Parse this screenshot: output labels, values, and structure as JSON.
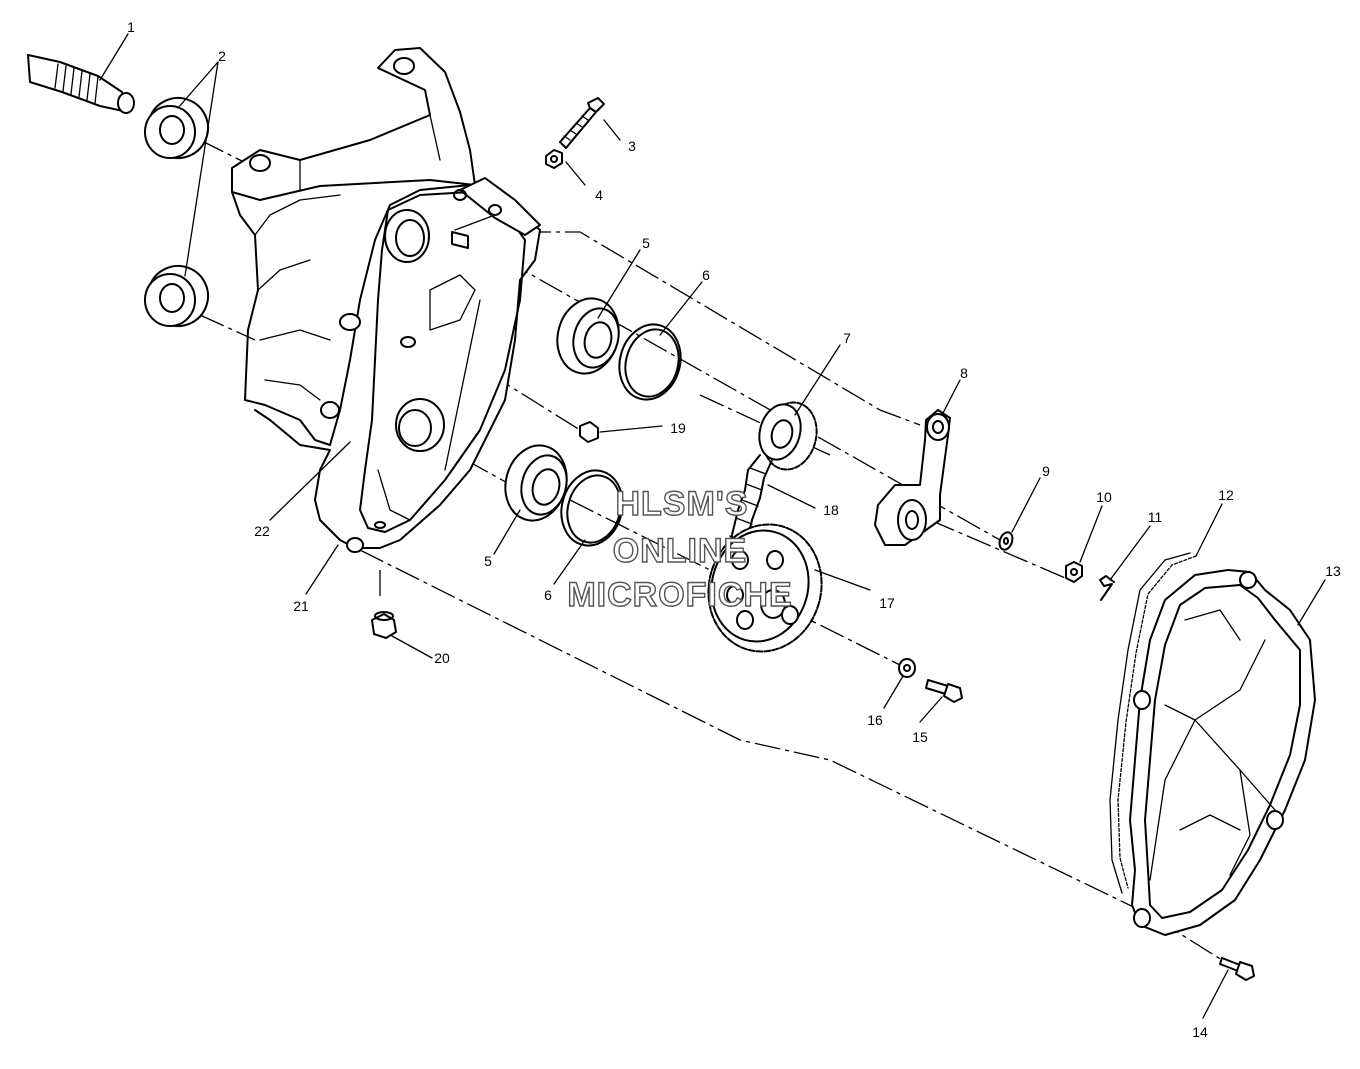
{
  "watermark": {
    "line1": "HLSM'S",
    "line2": "ONLINE",
    "line3": "MICROFICHE"
  },
  "callouts": [
    {
      "id": "c1",
      "text": "1"
    },
    {
      "id": "c2",
      "text": "2"
    },
    {
      "id": "c3",
      "text": "3"
    },
    {
      "id": "c4",
      "text": "4"
    },
    {
      "id": "c5a",
      "text": "5"
    },
    {
      "id": "c6a",
      "text": "6"
    },
    {
      "id": "c7",
      "text": "7"
    },
    {
      "id": "c8",
      "text": "8"
    },
    {
      "id": "c9",
      "text": "9"
    },
    {
      "id": "c10",
      "text": "10"
    },
    {
      "id": "c11",
      "text": "11"
    },
    {
      "id": "c12",
      "text": "12"
    },
    {
      "id": "c13",
      "text": "13"
    },
    {
      "id": "c14",
      "text": "14"
    },
    {
      "id": "c15",
      "text": "15"
    },
    {
      "id": "c16",
      "text": "16"
    },
    {
      "id": "c17",
      "text": "17"
    },
    {
      "id": "c18",
      "text": "18"
    },
    {
      "id": "c19",
      "text": "19"
    },
    {
      "id": "c20",
      "text": "20"
    },
    {
      "id": "c21",
      "text": "21"
    },
    {
      "id": "c22",
      "text": "22"
    },
    {
      "id": "c5b",
      "text": "5"
    },
    {
      "id": "c6b",
      "text": "6"
    }
  ]
}
